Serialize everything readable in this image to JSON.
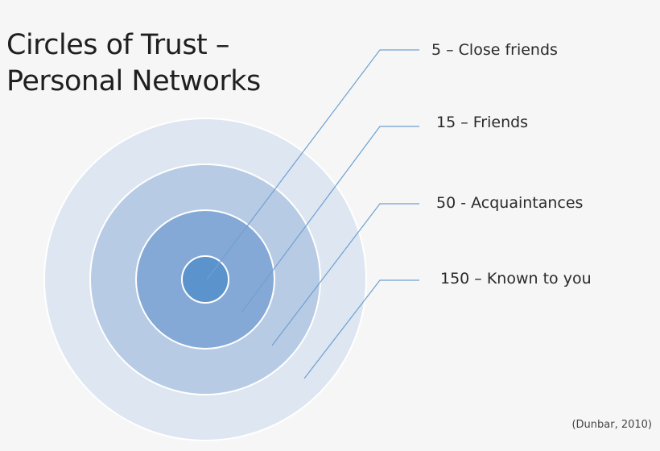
{
  "title": {
    "line1": "Circles of Trust –",
    "line2": "Personal Networks"
  },
  "circles": [
    {
      "label": "5 – Close friends",
      "fill": "#5b93cc"
    },
    {
      "label": "15 – Friends",
      "fill": "#85a9d6"
    },
    {
      "label": "50 - Acquaintances",
      "fill": "#b8cbe5"
    },
    {
      "label": "150 – Known to you",
      "fill": "#dde6f1"
    }
  ],
  "colors": {
    "background": "#f6f6f6",
    "leader_line": "#6fa0d2",
    "circle_stroke": "#ffffff"
  },
  "source": "(Dunbar, 2010)"
}
